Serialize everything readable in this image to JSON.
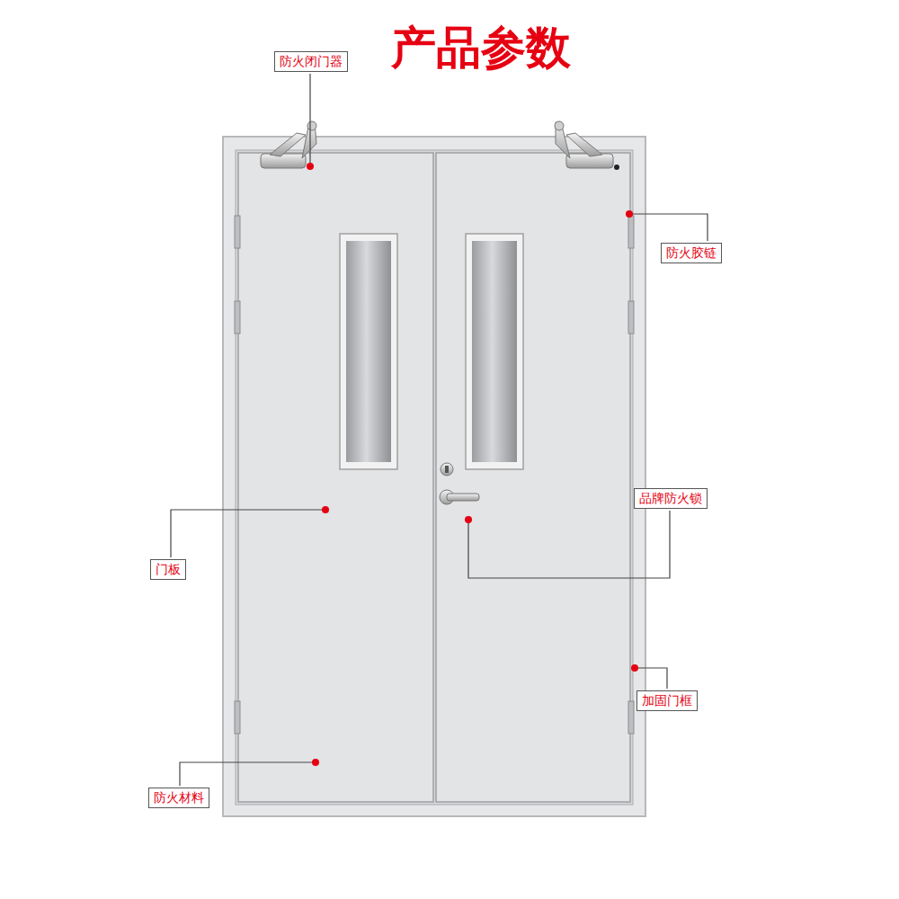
{
  "diagram": {
    "title": "产品参数",
    "nodes": [
      {
        "text": [
          "防火闭门器"
        ]
      },
      {
        "text": [
          "防火胶链"
        ]
      },
      {
        "text": [
          "品牌防火锁"
        ]
      },
      {
        "text": [
          "门板"
        ]
      },
      {
        "text": [
          "加固门框"
        ]
      },
      {
        "text": [
          "防火材料"
        ]
      }
    ]
  }
}
